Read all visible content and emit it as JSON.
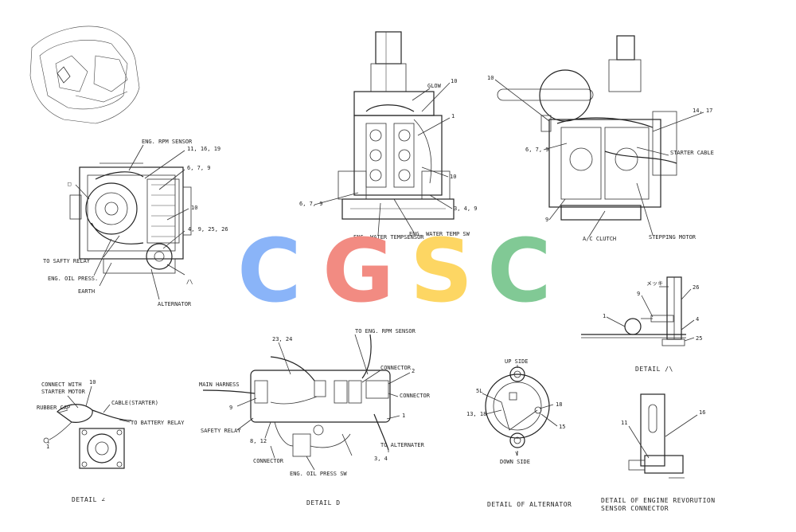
{
  "watermark": {
    "letters": [
      "C",
      "G",
      "S",
      "C"
    ],
    "colors": [
      "#8ab4f8",
      "#f28b82",
      "#fdd663",
      "#81c995"
    ]
  },
  "labels": {
    "main_left": {
      "eng_rpm_sensor": "ENG. RPM SENSOR",
      "n11_16_19": "11, 16, 19",
      "n6_7_9": "6, 7, 9",
      "n10": "10",
      "n4_9_25_26": "4, 9, 25, 26",
      "to_safty_relay": "TO SAFTY RELAY",
      "eng_oil_press": "ENG. OIL PRESS.",
      "earth": "EARTH",
      "alternator": "ALTERNATOR",
      "ref_a": "/\\",
      "ref_box": "□"
    },
    "main_center": {
      "glow": "GLOW",
      "n10_top": "10",
      "n1": "1",
      "n10_mid": "10",
      "n6_7_9": "6, 7, 9",
      "n3_4_9": "3, 4, 9",
      "eng_water_tempsensor": "ENG. WATER TEMPSENSOR",
      "eng_water_temp_sw": "ENG. WATER TEMP SW"
    },
    "main_right": {
      "n10": "10",
      "n14_17": "14, 17",
      "n6_7_9": "6, 7, 9",
      "starter_cable": "STARTER CABLE",
      "n9": "9",
      "ac_clutch": "A/C CLUTCH",
      "stepping_motor": "STEPPING MOTOR"
    },
    "detail_a_right": {
      "n9": "9",
      "n26": "26",
      "n1": "1",
      "n4": "4",
      "n25": "25",
      "small_note": "メッキ",
      "caption": "DETAIL /\\"
    },
    "detail_left": {
      "connect_with": "CONNECT WITH",
      "starter_motor": "STARTER MOTOR",
      "n10": "10",
      "rubber_cap": "RUBBER CAP",
      "cable_starter": "CABLE(STARTER)",
      "to_battery_relay": "TO BATTERY RELAY",
      "n1": "1",
      "caption": "DETAIL ∠"
    },
    "detail_d": {
      "to_eng_rpm_sensor": "TO ENG. RPM SENSOR",
      "n23_24": "23, 24",
      "connector_top": "CONNECTOR",
      "n2": "2",
      "connector_right": "CONNECTOR",
      "main_harness": "MAIN HARNESS",
      "n9": "9",
      "n1": "1",
      "safety_relay": "SAFETY RELAY",
      "n8_12": "8, 12",
      "to_alternater": "TO ALTERNATER",
      "n3_4": "3, 4",
      "connector_bottom": "CONNECTOR",
      "eng_oil_press_sw": "ENG. OIL PRESS SW",
      "caption": "DETAIL D"
    },
    "detail_alternator": {
      "up_side": "UP SIDE",
      "n5l": "5L",
      "n13_18": "13, 18",
      "n18": "18",
      "n15": "15",
      "down_side": "DOWN SIDE",
      "y_mark": "Y",
      "caption": "DETAIL OF ALTERNATOR"
    },
    "detail_sensor": {
      "n16": "16",
      "n11": "11",
      "caption_line1": "DETAIL OF ENGINE REVORUTION",
      "caption_line2": "SENSOR CONNECTOR"
    }
  }
}
